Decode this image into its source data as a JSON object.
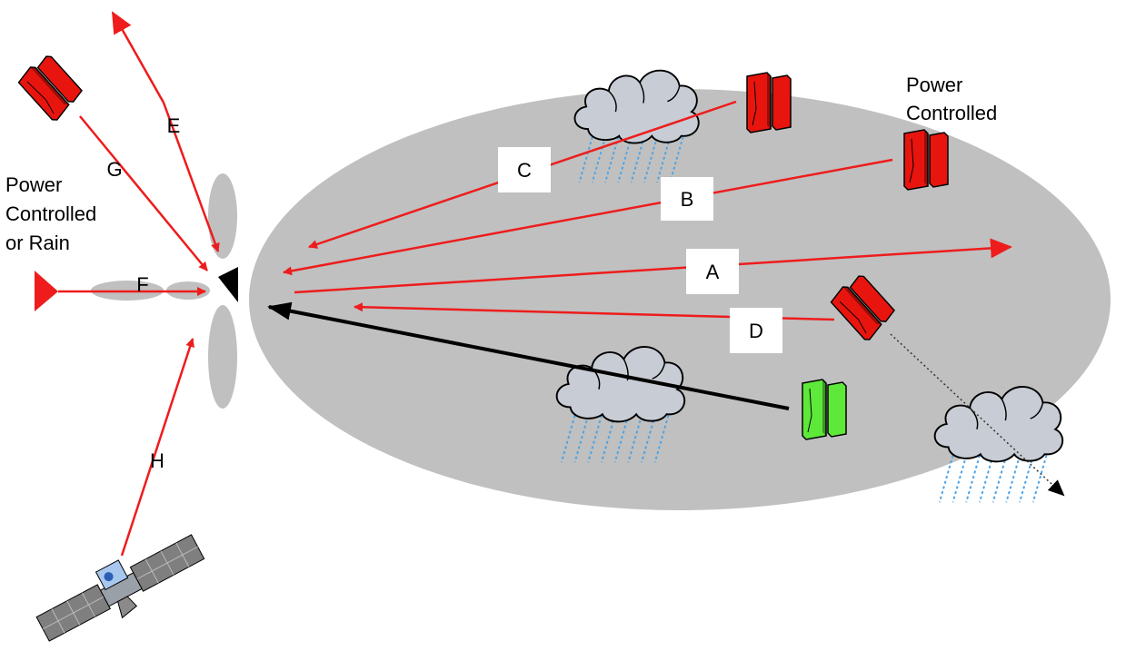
{
  "colors": {
    "interference": "#ee1c1c",
    "wanted_link": "#000000",
    "coverage": "#c0c0c0",
    "terminal_red": "#e8150f",
    "terminal_green": "#5ee83a",
    "cloud": "#c8ccd4",
    "rain": "#4aa3e8"
  },
  "labels": {
    "A": "A",
    "B": "B",
    "C": "C",
    "D": "D",
    "E": "E",
    "F": "F",
    "G": "G",
    "H": "H"
  },
  "notes": {
    "right_line1": "Power",
    "right_line2": "Controlled",
    "left_line1": "Power",
    "left_line2": "Controlled",
    "left_line3": "or Rain"
  },
  "icons": [
    "cloud-rain-icon",
    "terminal-icon",
    "satellite-icon",
    "antenna-icon"
  ]
}
